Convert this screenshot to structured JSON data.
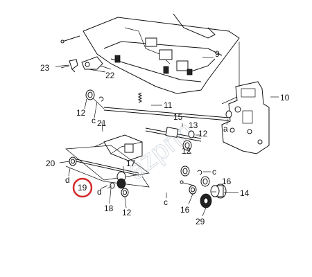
{
  "diagram": {
    "callouts": {
      "c9": "9",
      "c10": "10",
      "c11": "11",
      "c12a": "12",
      "c12b": "12",
      "c12c": "12",
      "c12d": "12",
      "c13": "13",
      "c14": "14",
      "c15": "15",
      "c16a": "16",
      "c16b": "16",
      "c17": "17",
      "c18": "18",
      "c19": "19",
      "c20": "20",
      "c21": "21",
      "c22": "22",
      "c23": "23",
      "c29": "29",
      "ca": "a",
      "cc1": "c",
      "cc2": "c",
      "cc3": "c",
      "cd1": "d",
      "cd2": "d"
    },
    "highlight_color": "#d42a2a",
    "watermark": "azprin"
  }
}
